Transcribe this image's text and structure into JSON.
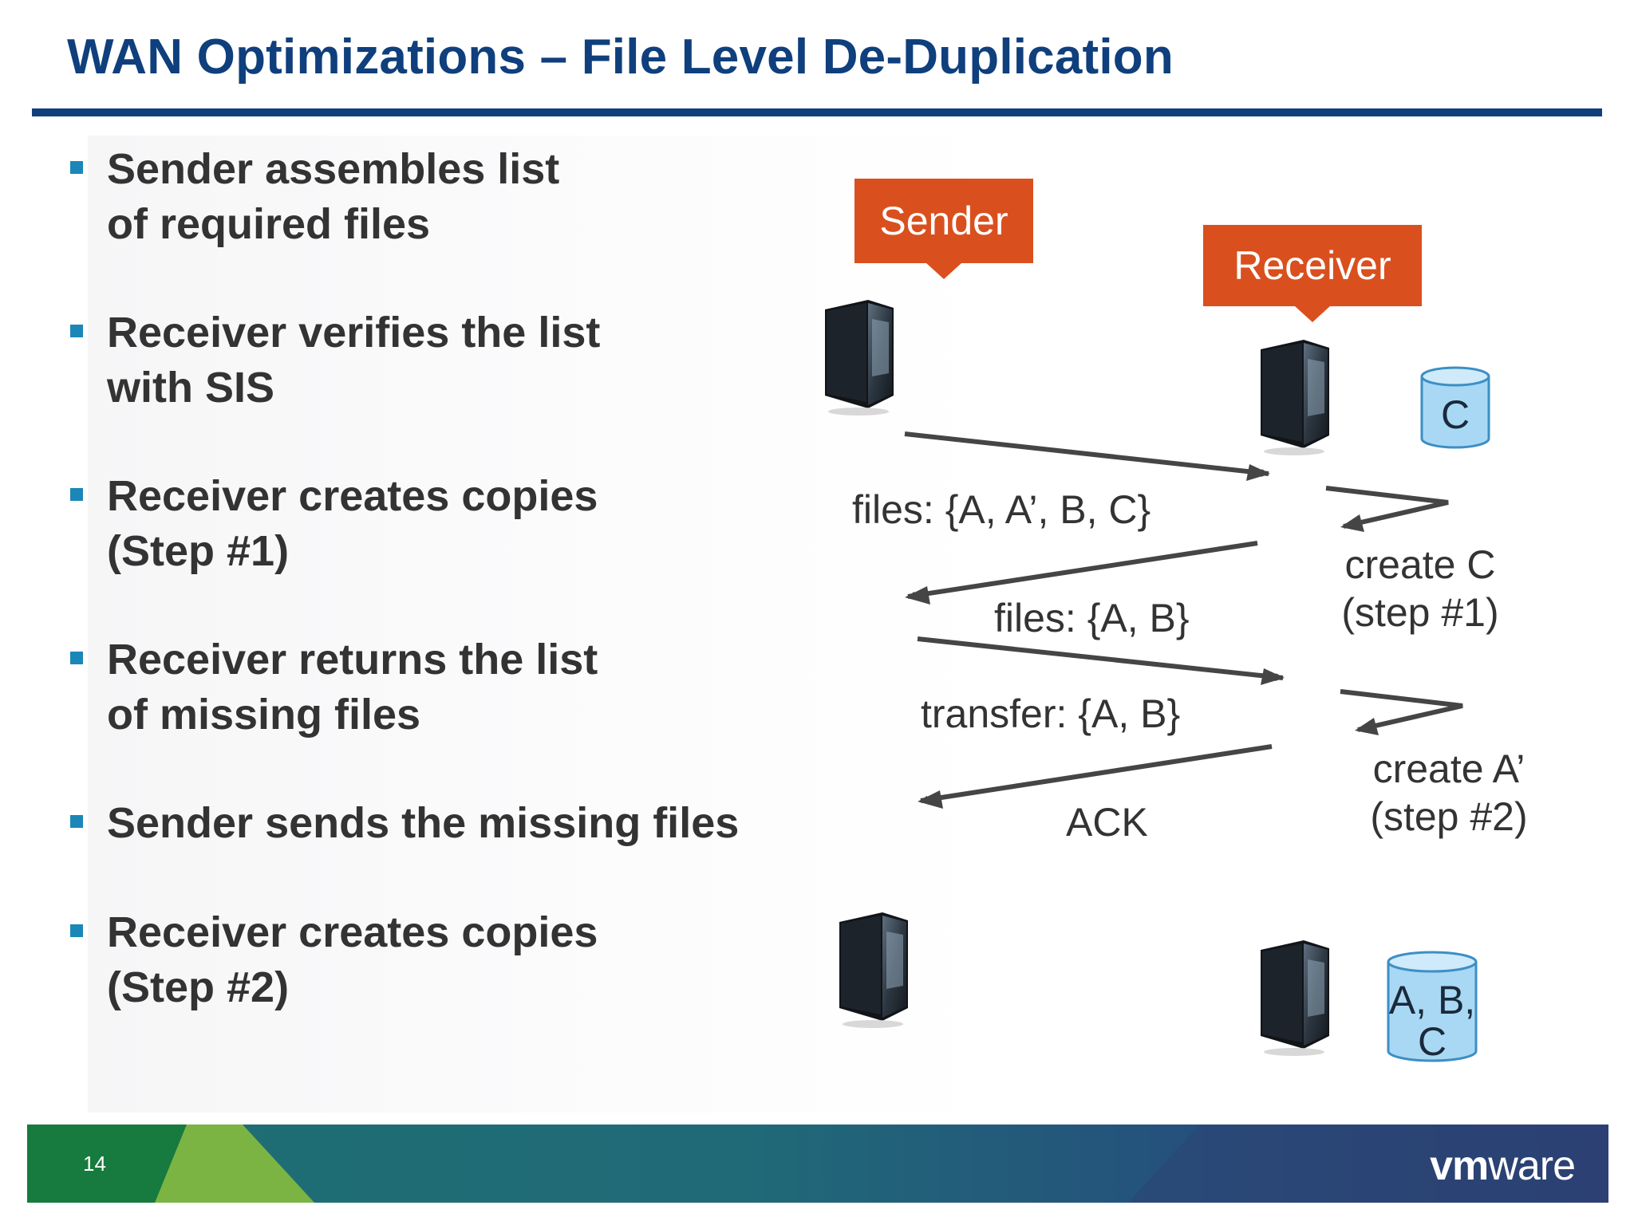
{
  "slide": {
    "title": "WAN Optimizations – File Level De-Duplication",
    "page_number": "14"
  },
  "bullets": [
    "Sender assembles list\nof required files",
    "Receiver verifies the list\nwith SIS",
    "Receiver creates copies\n(Step #1)",
    "Receiver returns the list\nof missing files",
    "Sender sends the missing files",
    "Receiver creates copies\n(Step #2)"
  ],
  "diagram": {
    "sender_label": "Sender",
    "receiver_label": "Receiver",
    "messages": [
      "files: {A, A’, B, C}",
      "files: {A, B}",
      "transfer: {A, B}",
      "ACK"
    ],
    "step1_note": "create C\n(step #1)",
    "step2_note": "create A’\n(step #2)",
    "store_before": "C",
    "store_after": "A, B,\nC"
  },
  "footer": {
    "logo_vm": "vm",
    "logo_ware": "ware"
  },
  "colors": {
    "title": "#0f3f7c",
    "callout": "#d9501e",
    "bullet_mark": "#1b86b8",
    "cylinder": "#a9d8f5"
  }
}
